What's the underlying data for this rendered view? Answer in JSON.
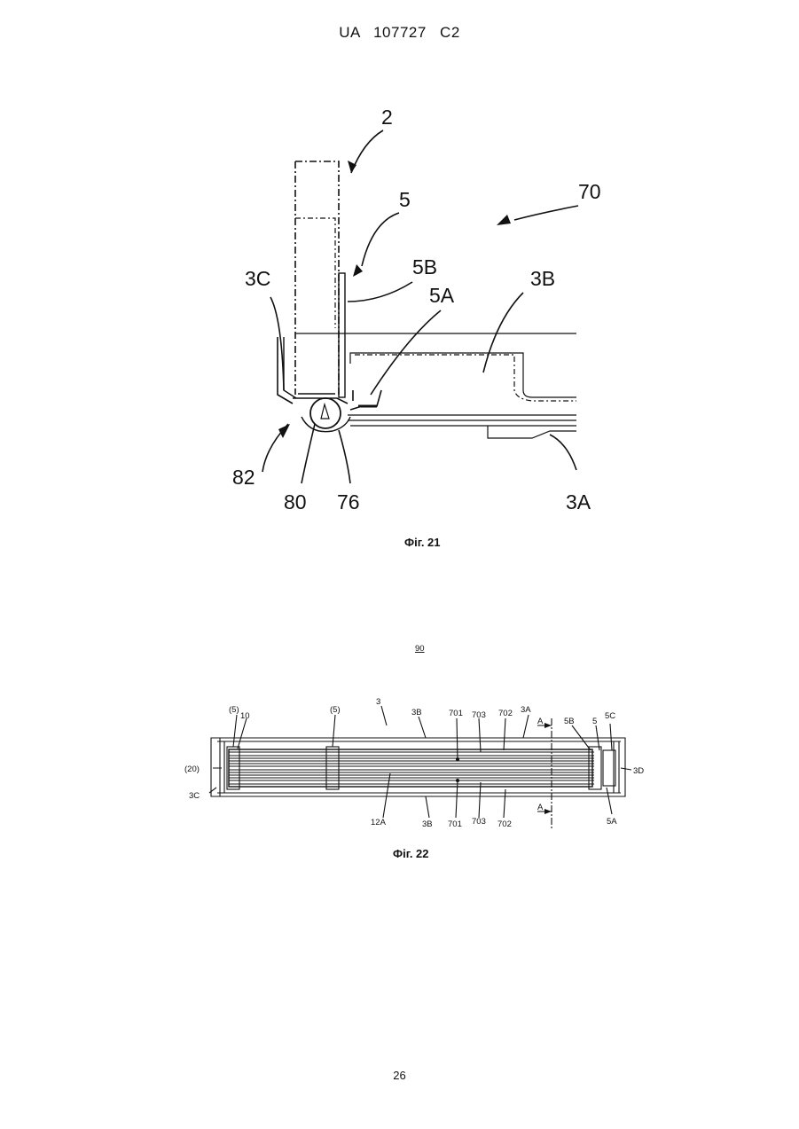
{
  "header": "UA 107727 C2",
  "fig21": {
    "caption": "Фіг. 21",
    "labels": {
      "l2": "2",
      "l5": "5",
      "l70": "70",
      "l3C": "3C",
      "l5B": "5B",
      "l5A": "5A",
      "l3B": "3B",
      "l82": "82",
      "l80": "80",
      "l76": "76",
      "l3A": "3A"
    }
  },
  "fig22": {
    "caption": "Фіг. 22",
    "ref": "90",
    "labels": {
      "p5a": "(5)",
      "l10": "10",
      "p5b": "(5)",
      "l3": "3",
      "l3Btop": "3B",
      "l701t": "701",
      "l703t": "703",
      "l702t": "702",
      "l3A": "3A",
      "lAtop": "A",
      "l5B": "5B",
      "l5": "5",
      "l5C": "5C",
      "p20": "(20)",
      "l3C": "3C",
      "l3D": "3D",
      "l12A": "12A",
      "l3Bbot": "3B",
      "l701b": "701",
      "l703b": "703",
      "l702b": "702",
      "lAbot": "A",
      "l5A": "5A"
    }
  },
  "page_number": "26"
}
